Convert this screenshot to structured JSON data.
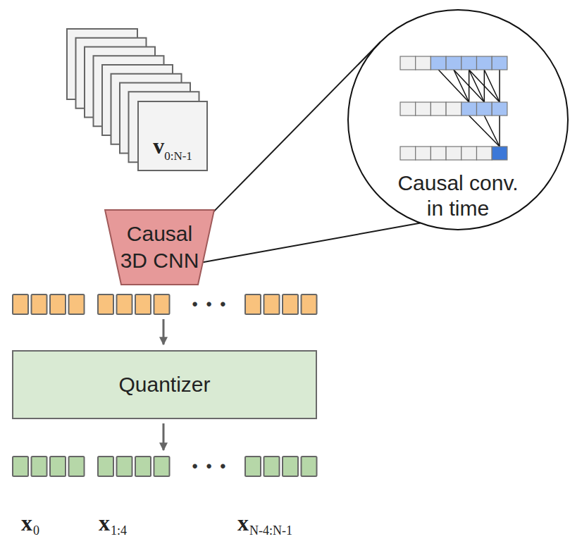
{
  "diagram": {
    "nodes": [
      {
        "text": [
          "v",
          "0:N-1"
        ]
      },
      {
        "text": [
          "Causal conv. in time"
        ]
      },
      {
        "text": [
          "Causal 3D CNN"
        ]
      },
      {
        "text": [
          "Quantizer"
        ]
      }
    ],
    "edges": [
      {
        "from": 2,
        "to": 1,
        "arrow": "none"
      },
      {
        "from": 2,
        "to": 1,
        "arrow": "none"
      }
    ],
    "labels": [
      "• • •",
      "• • •",
      "x",
      "0",
      "x",
      "1:4",
      "x",
      "N-4:N-1"
    ]
  }
}
